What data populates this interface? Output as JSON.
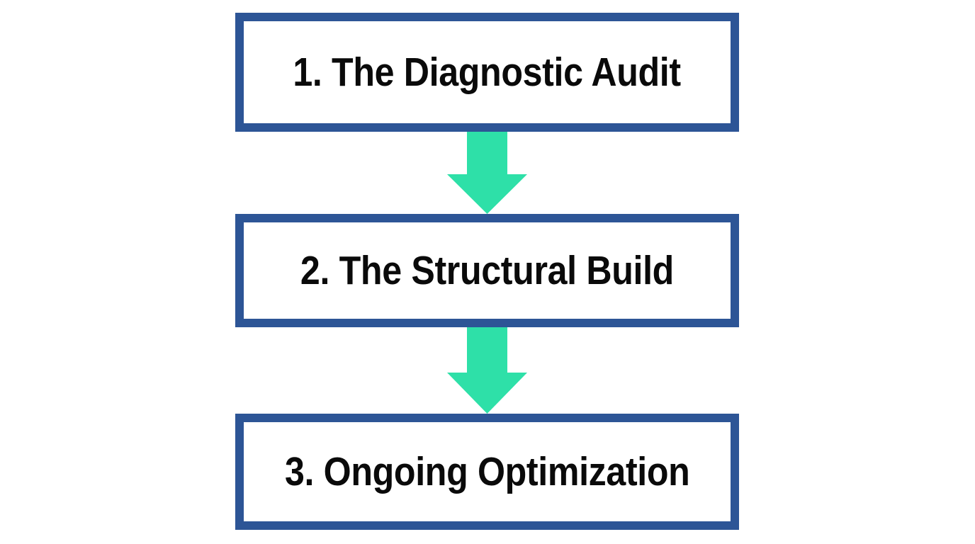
{
  "diagram": {
    "type": "vertical-flowchart",
    "title": "",
    "background_color": "#ffffff",
    "box_border_color": "#2d5596",
    "box_fill_color": "#ffffff",
    "text_color": "#0a0a0a",
    "arrow_color": "#2ee0a8",
    "steps": [
      {
        "id": "step-1",
        "number": "1.",
        "label": "1. The Diagnostic Audit"
      },
      {
        "id": "step-2",
        "number": "2.",
        "label": "2. The Structural Build"
      },
      {
        "id": "step-3",
        "number": "3.",
        "label": "3. Ongoing Optimization"
      }
    ],
    "connectors": [
      {
        "id": "connector-1",
        "from": "step-1",
        "to": "step-2",
        "icon": "down-arrow-icon",
        "color": "#2ee0a8"
      },
      {
        "id": "connector-2",
        "from": "step-2",
        "to": "step-3",
        "icon": "down-arrow-icon",
        "color": "#2ee0a8"
      }
    ]
  }
}
